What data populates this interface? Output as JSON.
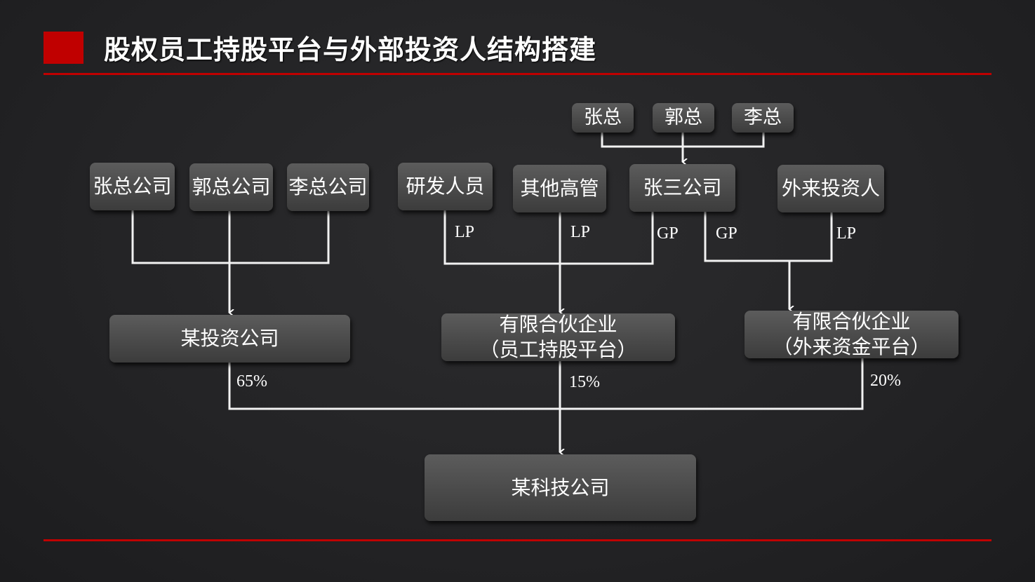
{
  "title": "股权员工持股平台与外部投资人结构搭建",
  "colors": {
    "accent": "#c00000",
    "box": "#4a4a4a",
    "line": "#ffffff"
  },
  "nodes": {
    "zhang": "张总",
    "guo": "郭总",
    "li": "李总",
    "zhang_co": "张总公司",
    "guo_co": "郭总公司",
    "li_co": "李总公司",
    "rd_staff": "研发人员",
    "other_exec": "其他高管",
    "zhangsan_co": "张三公司",
    "ext_investor": "外来投资人",
    "invest_co": "某投资公司",
    "esop_lp": {
      "line1": "有限合伙企业",
      "line2": "（员工持股平台）"
    },
    "ext_lp": {
      "line1": "有限合伙企业",
      "line2": "（外来资金平台）"
    },
    "tech_co": "某科技公司"
  },
  "edge_labels": {
    "rd_lp": "LP",
    "exec_lp": "LP",
    "zhangsan_gp1": "GP",
    "zhangsan_gp2": "GP",
    "ext_lp": "LP",
    "invest_pct": "65%",
    "esop_pct": "15%",
    "ext_pct": "20%"
  }
}
